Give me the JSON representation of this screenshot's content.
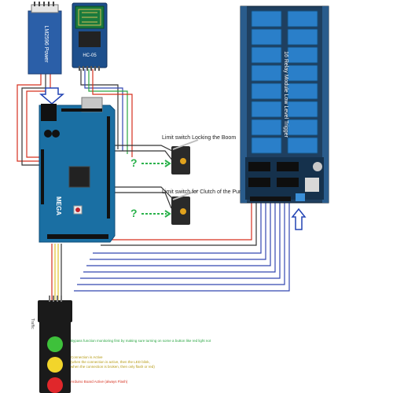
{
  "labels": {
    "limit_switch_boom": "Limit switch Locking the Boom",
    "limit_switch_pump": "Limit switch for Clutch of the Pump",
    "question_mark": "?",
    "relay_module_title": "16 Relay Module Low Level Trigger",
    "arduino_brand": "MEGA",
    "bt_module_name": "HC-05",
    "power_module_text": "LM2596 Power",
    "traffic_light_side": "Traffic",
    "green_note": "Bypass function monitoring first by making sure turning on some a button like red light not",
    "yellow_note_title": "Connection is Active",
    "yellow_note_body1": "(when the connection is active, then the LED blink,",
    "yellow_note_body2": "when the connection is broken, then only flash or red)",
    "red_note": "Arduino Board Active (always Flash)"
  },
  "colors": {
    "arduino_board": "#1a6fa3",
    "relay_board": "#1f3f5f",
    "relay_block": "#2a7fc9",
    "wire_red": "#d6301f",
    "wire_blue": "#3347b0",
    "wire_green": "#2aa642",
    "wire_yellow": "#e1c12a",
    "question_green": "#2bb24c",
    "arrow_outline": "#2243b3",
    "light_green": "#3ec13b",
    "light_yellow": "#f2d52b",
    "light_red": "#e0272b"
  },
  "icons": {
    "input_arrow": "up-arrow-outline-icon",
    "power_arrow": "down-arrow-outline-icon"
  }
}
